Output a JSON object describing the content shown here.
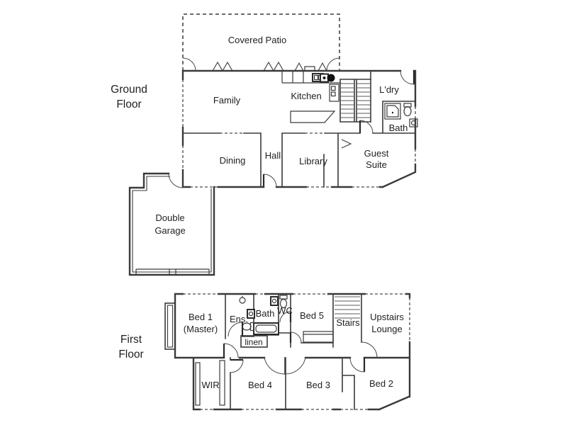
{
  "colors": {
    "wall": "#3a3a3a",
    "text": "#1f1f1f",
    "background": "#ffffff"
  },
  "ground_floor": {
    "title_line1": "Ground",
    "title_line2": "Floor",
    "rooms": {
      "covered_patio": "Covered Patio",
      "family": "Family",
      "kitchen": "Kitchen",
      "laundry": "L'dry",
      "bath": "Bath",
      "dining": "Dining",
      "hall": "Hall",
      "library": "Library",
      "guest_suite_line1": "Guest",
      "guest_suite_line2": "Suite",
      "garage_line1": "Double",
      "garage_line2": "Garage"
    }
  },
  "first_floor": {
    "title_line1": "First",
    "title_line2": "Floor",
    "rooms": {
      "bed1_line1": "Bed 1",
      "bed1_line2": "(Master)",
      "ensuite": "Ens.",
      "bath": "Bath",
      "wc": "WC",
      "bed5": "Bed 5",
      "stairs": "Stairs",
      "lounge_line1": "Upstairs",
      "lounge_line2": "Lounge",
      "linen": "linen",
      "wir": "WIR",
      "bed4": "Bed 4",
      "bed3": "Bed 3",
      "bed2": "Bed 2"
    }
  }
}
